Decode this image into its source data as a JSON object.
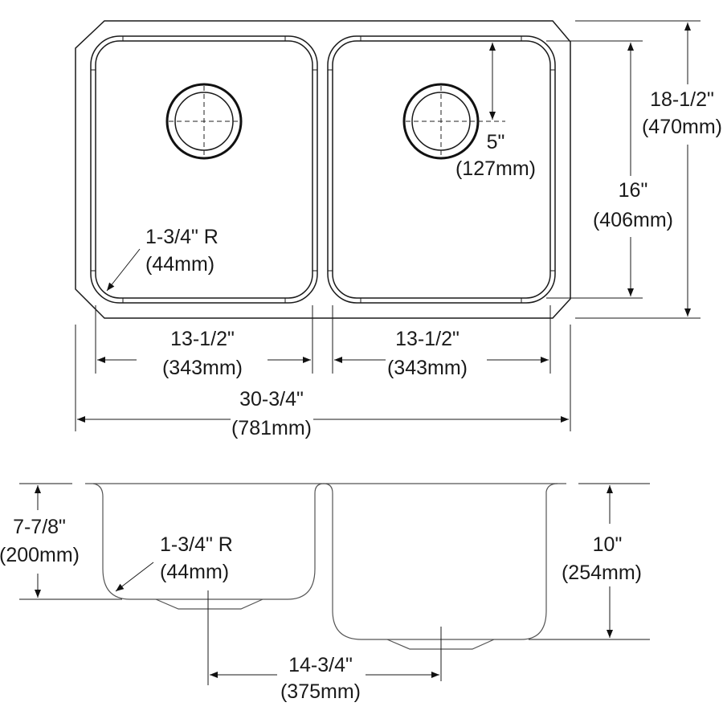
{
  "top_view": {
    "overall_width": {
      "imperial": "30-3/4\"",
      "metric": "(781mm)"
    },
    "left_bowl_width": {
      "imperial": "13-1/2\"",
      "metric": "(343mm)"
    },
    "right_bowl_width": {
      "imperial": "13-1/2\"",
      "metric": "(343mm)"
    },
    "overall_depth": {
      "imperial": "18-1/2\"",
      "metric": "(470mm)"
    },
    "bowl_depth": {
      "imperial": "16\"",
      "metric": "(406mm)"
    },
    "drain_offset": {
      "imperial": "5\"",
      "metric": "(127mm)"
    },
    "corner_radius": {
      "imperial": "1-3/4\" R",
      "metric": "(44mm)"
    }
  },
  "side_view": {
    "left_bowl_height": {
      "imperial": "7-7/8\"",
      "metric": "(200mm)"
    },
    "right_bowl_height": {
      "imperial": "10\"",
      "metric": "(254mm)"
    },
    "corner_radius": {
      "imperial": "1-3/4\" R",
      "metric": "(44mm)"
    },
    "drain_spacing": {
      "imperial": "14-3/4\"",
      "metric": "(375mm)"
    }
  }
}
